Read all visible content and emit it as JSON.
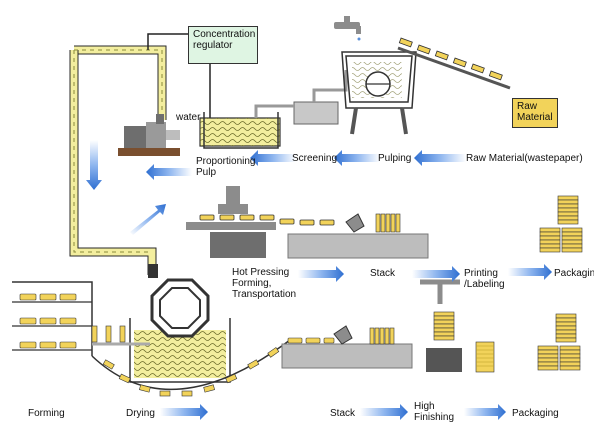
{
  "labels": {
    "concentration_regulator": "Concentration\nregulator",
    "water": "water",
    "raw_material_box": "Raw\nMaterial",
    "raw_material_wastepaper": "Raw Material(wastepaper)",
    "pulping": "Pulping",
    "screening": "Screening",
    "proportioning_pulp": "Proportioning\nPulp",
    "hot_pressing": "Hot Pressing\nForming,\nTransportation",
    "stack_top": "Stack",
    "printing_labeling": "Printing\n/Labeling",
    "packaging_top": "Packaging",
    "forming": "Forming",
    "drying": "Drying",
    "stack_bottom": "Stack",
    "high_finishing": "High\nFinishing",
    "packaging_bottom": "Packaging"
  },
  "colors": {
    "pulp_yellow": "#f3ee9e",
    "egg_tray": "#f2d35a",
    "machine_gray": "#8c8c8c",
    "arrow_blue": "#2f6fd1",
    "regulator_fill": "#dff5e3"
  }
}
